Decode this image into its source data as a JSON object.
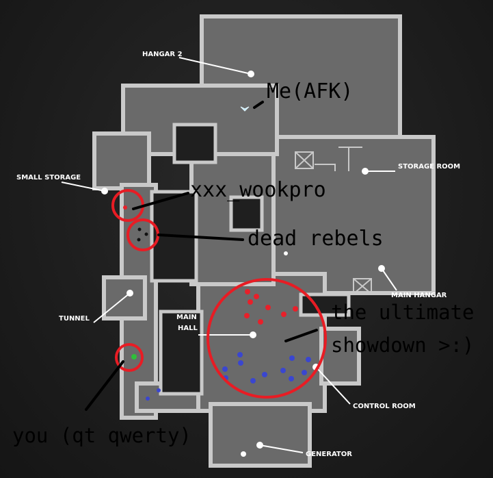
{
  "map": {
    "room_labels": {
      "hangar2": "HANGAR 2",
      "small_storage": "SMALL STORAGE",
      "storage_room": "STORAGE ROOM",
      "tunnel": "TUNNEL",
      "main_hall_1": "MAIN",
      "main_hall_2": "HALL",
      "main_hangar": "MAIN HANGAR",
      "control_room": "CONTROL ROOM",
      "generator": "GENERATOR"
    },
    "colors": {
      "floor": "#6a6a6a",
      "wall": "#c9c9c9",
      "void": "#1f1f1f",
      "red_team": "#e8202a",
      "blue_team": "#3a46d0",
      "player": "#2fbf3a",
      "circle": "#e81c24"
    }
  },
  "annotations": {
    "me": "Me(AFK)",
    "wookpro": "xxx_wookpro",
    "dead_rebels": "dead rebels",
    "showdown_1": "the ultimate",
    "showdown_2": "showdown >:)",
    "you": "you (qt qwerty)"
  }
}
